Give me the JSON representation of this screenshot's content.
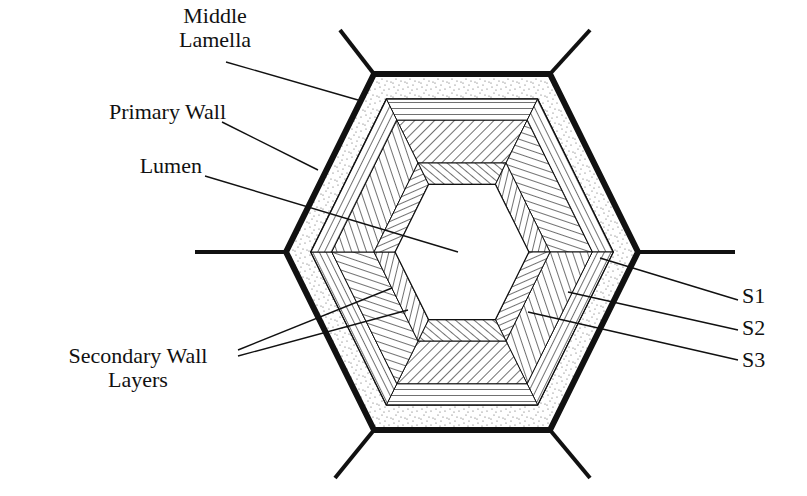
{
  "diagram": {
    "labels": [
      "Middle Lamella",
      "Primary Wall",
      "Lumen",
      "Secondary Wall Layers",
      "S1",
      "S2",
      "S3"
    ]
  }
}
